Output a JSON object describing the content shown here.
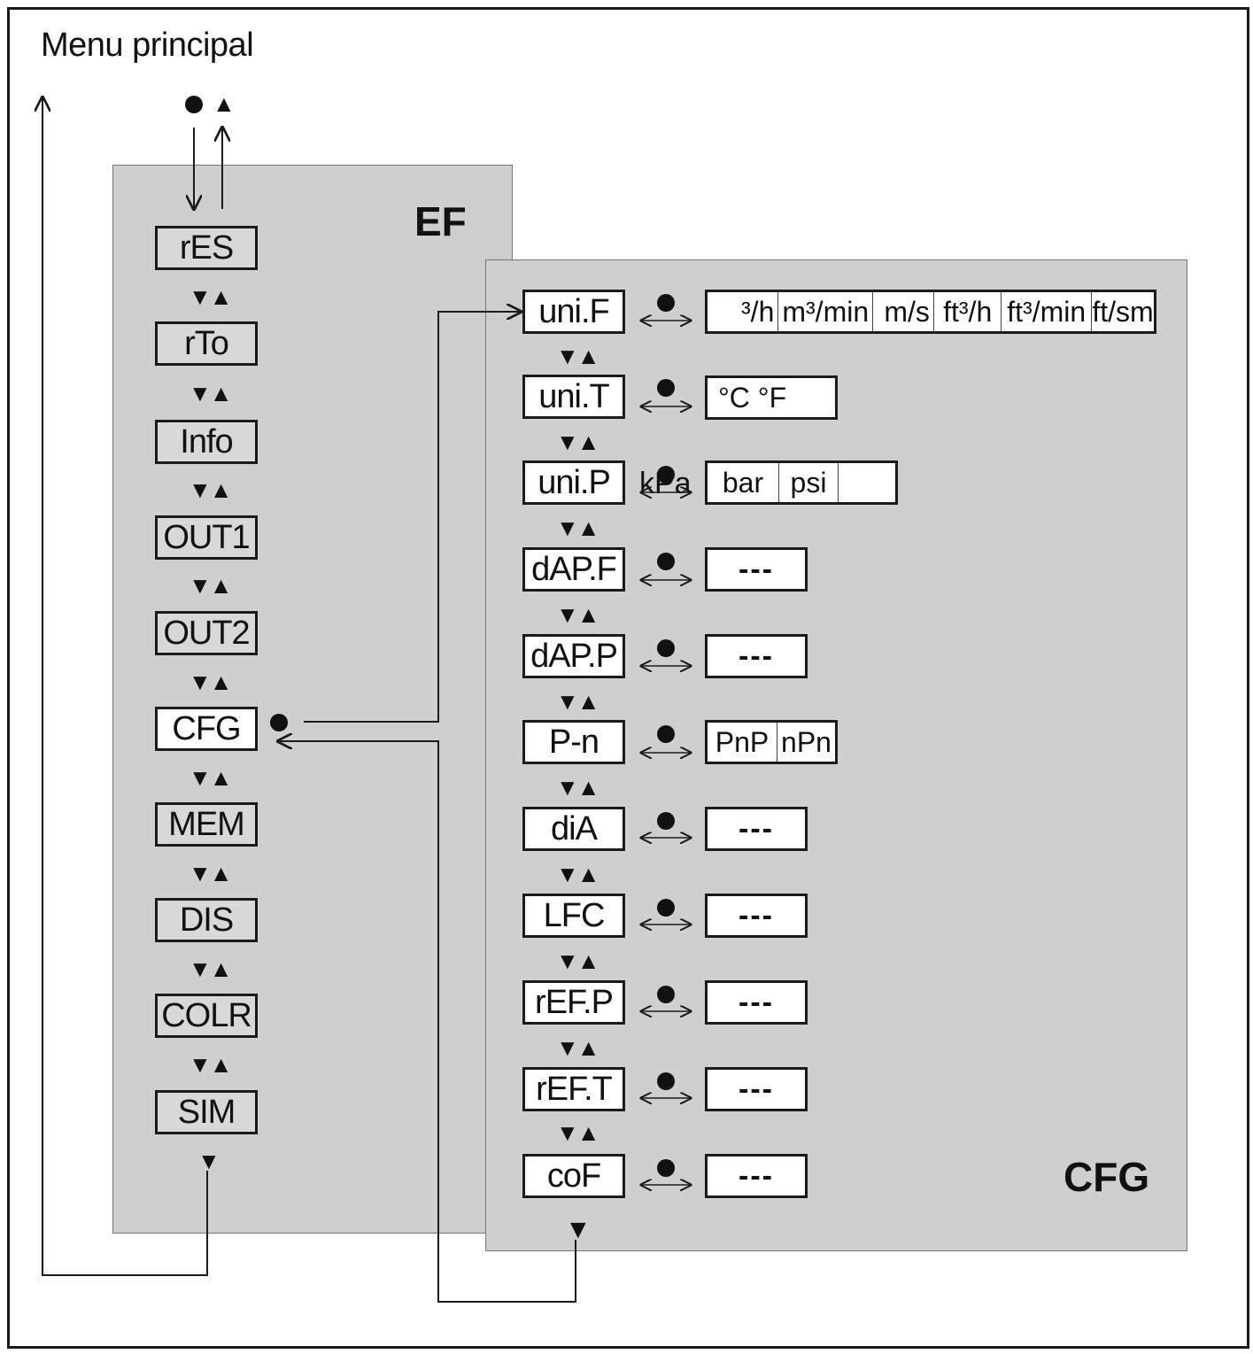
{
  "title": "Menu principal",
  "nav_symbols": {
    "down_up": "▼▲",
    "down": "▼",
    "up": "▲"
  },
  "ef_panel": {
    "label": "EF",
    "items": [
      "rES",
      "rTo",
      "Info",
      "OUT1",
      "OUT2",
      "CFG",
      "MEM",
      "DIS",
      "COLR",
      "SIM"
    ],
    "selected": "CFG"
  },
  "cfg_panel": {
    "label": "CFG",
    "rows": [
      {
        "param": "uni.F",
        "options": [
          "³/h",
          "m³/min",
          "m/s",
          "ft³/h",
          "ft³/min",
          "ft/sm"
        ]
      },
      {
        "param": "uni.T",
        "options": [
          "°C °F"
        ]
      },
      {
        "param": "uni.P",
        "options": [
          "bar",
          "psi"
        ],
        "extra": "kPa"
      },
      {
        "param": "dAP.F",
        "options": [
          "---"
        ]
      },
      {
        "param": "dAP.P",
        "options": [
          "---"
        ]
      },
      {
        "param": "P-n",
        "options": [
          "PnP",
          "nPn"
        ]
      },
      {
        "param": "diA",
        "options": [
          "---"
        ]
      },
      {
        "param": "LFC",
        "options": [
          "---"
        ]
      },
      {
        "param": "rEF.P",
        "options": [
          "---"
        ]
      },
      {
        "param": "rEF.T",
        "options": [
          "---"
        ]
      },
      {
        "param": "coF",
        "options": [
          "---"
        ]
      }
    ]
  },
  "colors": {
    "panel": "#cfcfcf",
    "line": "#1a1a1a"
  }
}
